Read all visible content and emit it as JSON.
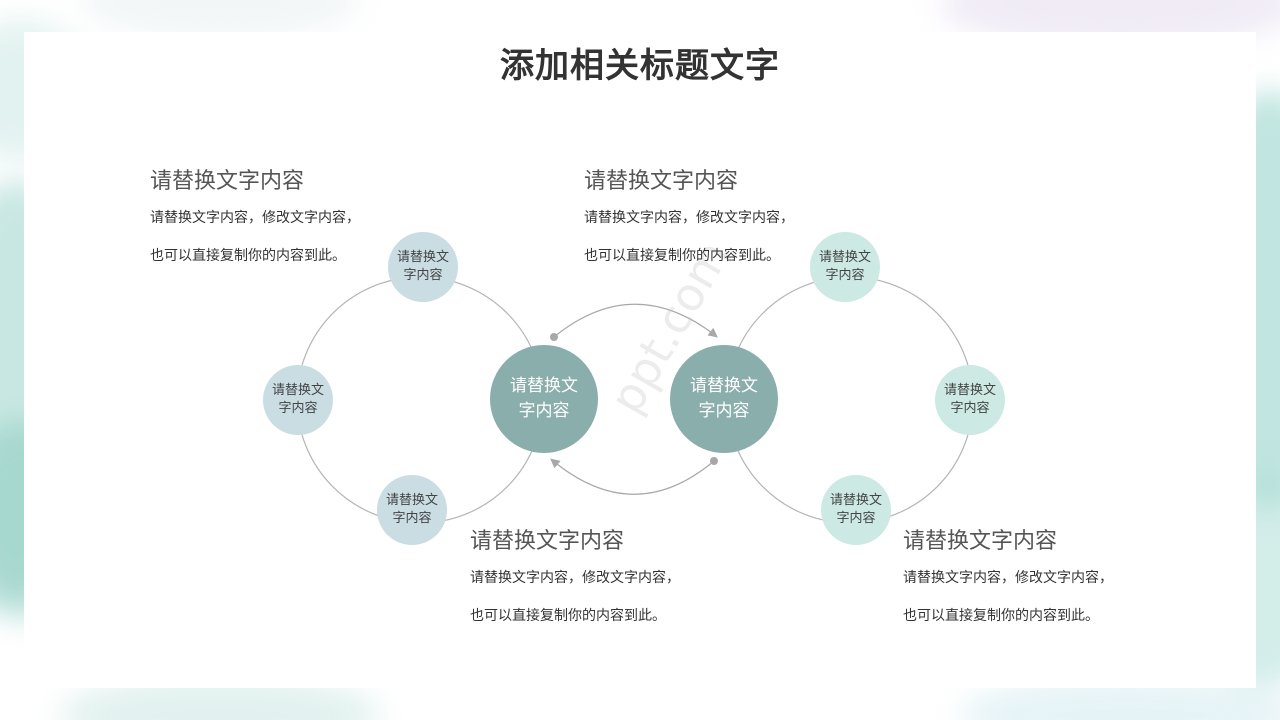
{
  "title": "添加相关标题文字",
  "watermark": "ppt.com",
  "center_nodes": [
    "请替换文字内容",
    "请替换文字内容"
  ],
  "left_nodes": [
    {
      "label": "请替换文字内容"
    },
    {
      "label": "请替换文字内容"
    },
    {
      "label": "请替换文字内容"
    }
  ],
  "right_nodes": [
    {
      "label": "请替换文字内容"
    },
    {
      "label": "请替换文字内容"
    },
    {
      "label": "请替换文字内容"
    }
  ],
  "text_blocks": [
    {
      "heading": "请替换文字内容",
      "line1": "请替换文字内容，修改文字内容，",
      "line2": "也可以直接复制你的内容到此。"
    },
    {
      "heading": "请替换文字内容",
      "line1": "请替换文字内容，修改文字内容，",
      "line2": "也可以直接复制你的内容到此。"
    },
    {
      "heading": "请替换文字内容",
      "line1": "请替换文字内容，修改文字内容，",
      "line2": "也可以直接复制你的内容到此。"
    },
    {
      "heading": "请替换文字内容",
      "line1": "请替换文字内容，修改文字内容，",
      "line2": "也可以直接复制你的内容到此。"
    }
  ],
  "colors": {
    "center_node": "#8aaeab",
    "left_node": "#c9dde3",
    "right_node": "#cde9e3",
    "connector": "#b5b5b5",
    "arrow": "#a8a8a8"
  }
}
